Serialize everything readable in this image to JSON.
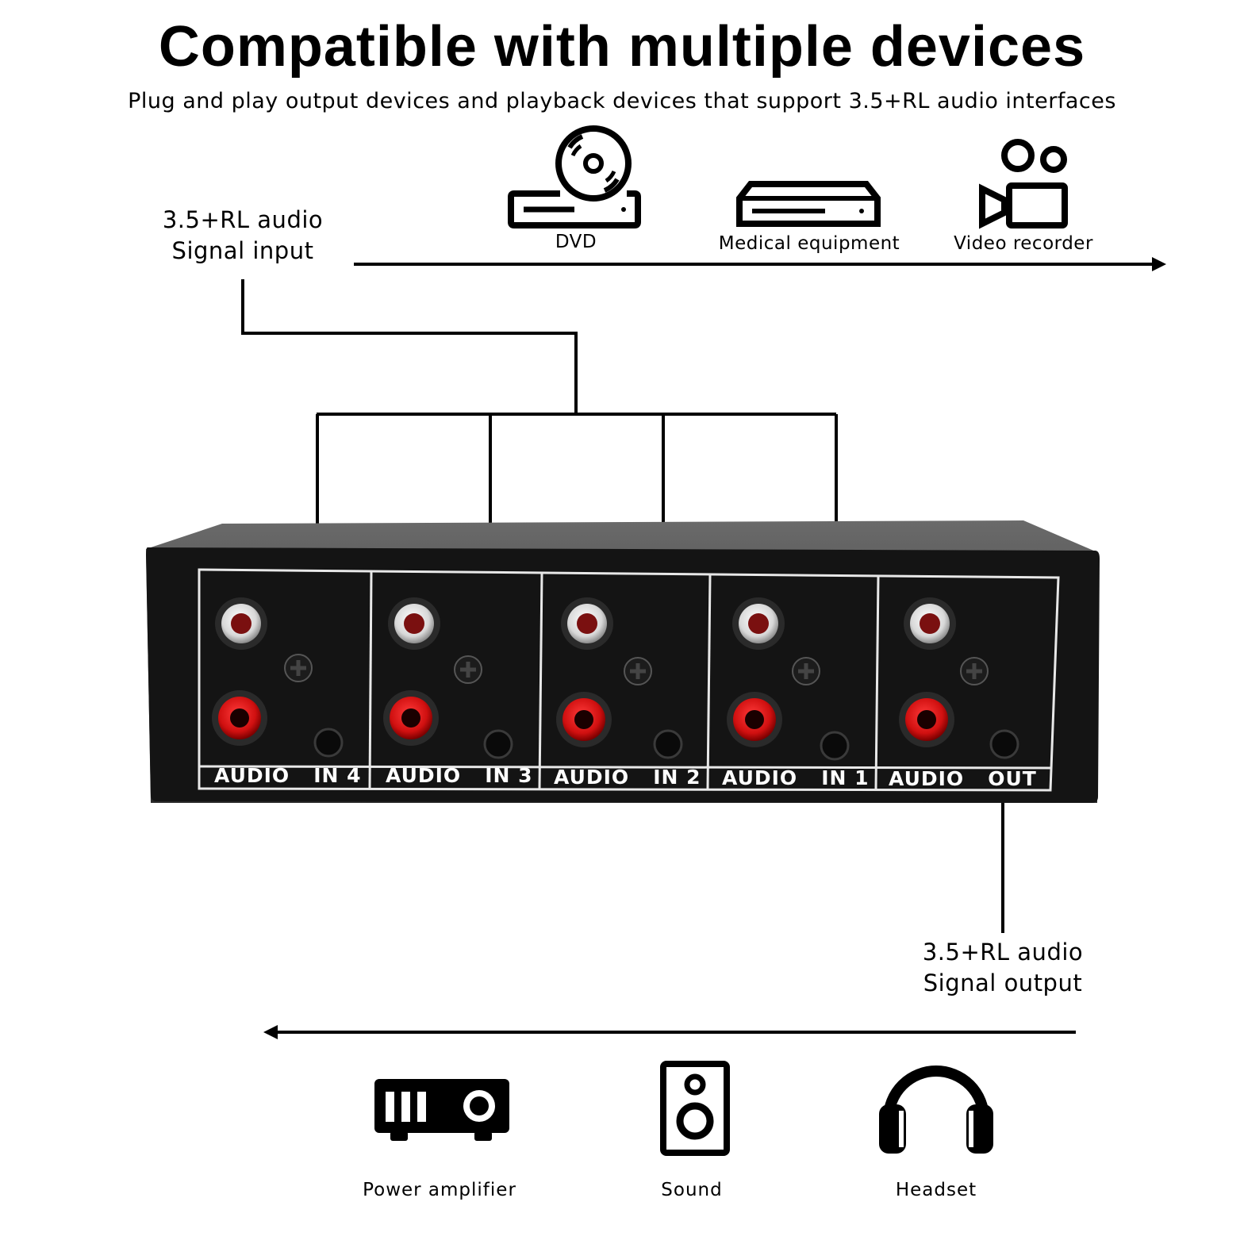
{
  "header": {
    "title": "Compatible with multiple devices",
    "subtitle": "Plug and play output devices and playback devices that support 3.5+RL audio interfaces"
  },
  "input_label": {
    "line1": "3.5+RL audio",
    "line2": "Signal input"
  },
  "output_label": {
    "line1": "3.5+RL audio",
    "line2": "Signal output"
  },
  "input_devices": [
    {
      "label": "DVD",
      "icon": "dvd-player-icon"
    },
    {
      "label": "Medical equipment",
      "icon": "medical-equipment-icon"
    },
    {
      "label": "Video recorder",
      "icon": "video-camera-icon"
    }
  ],
  "output_devices": [
    {
      "label": "Power amplifier",
      "icon": "power-amplifier-icon"
    },
    {
      "label": "Sound",
      "icon": "speaker-icon"
    },
    {
      "label": "Headset",
      "icon": "headphones-icon"
    }
  ],
  "switch_panels": [
    {
      "word": "AUDIO",
      "port": "IN 4"
    },
    {
      "word": "AUDIO",
      "port": "IN 3"
    },
    {
      "word": "AUDIO",
      "port": "IN 2"
    },
    {
      "word": "AUDIO",
      "port": "IN 1"
    },
    {
      "word": "AUDIO",
      "port": "OUT"
    }
  ],
  "colors": {
    "device_body": "#141414",
    "rca_red": "#c8141e",
    "rca_white": "#e8e8e8",
    "line": "#000000"
  }
}
